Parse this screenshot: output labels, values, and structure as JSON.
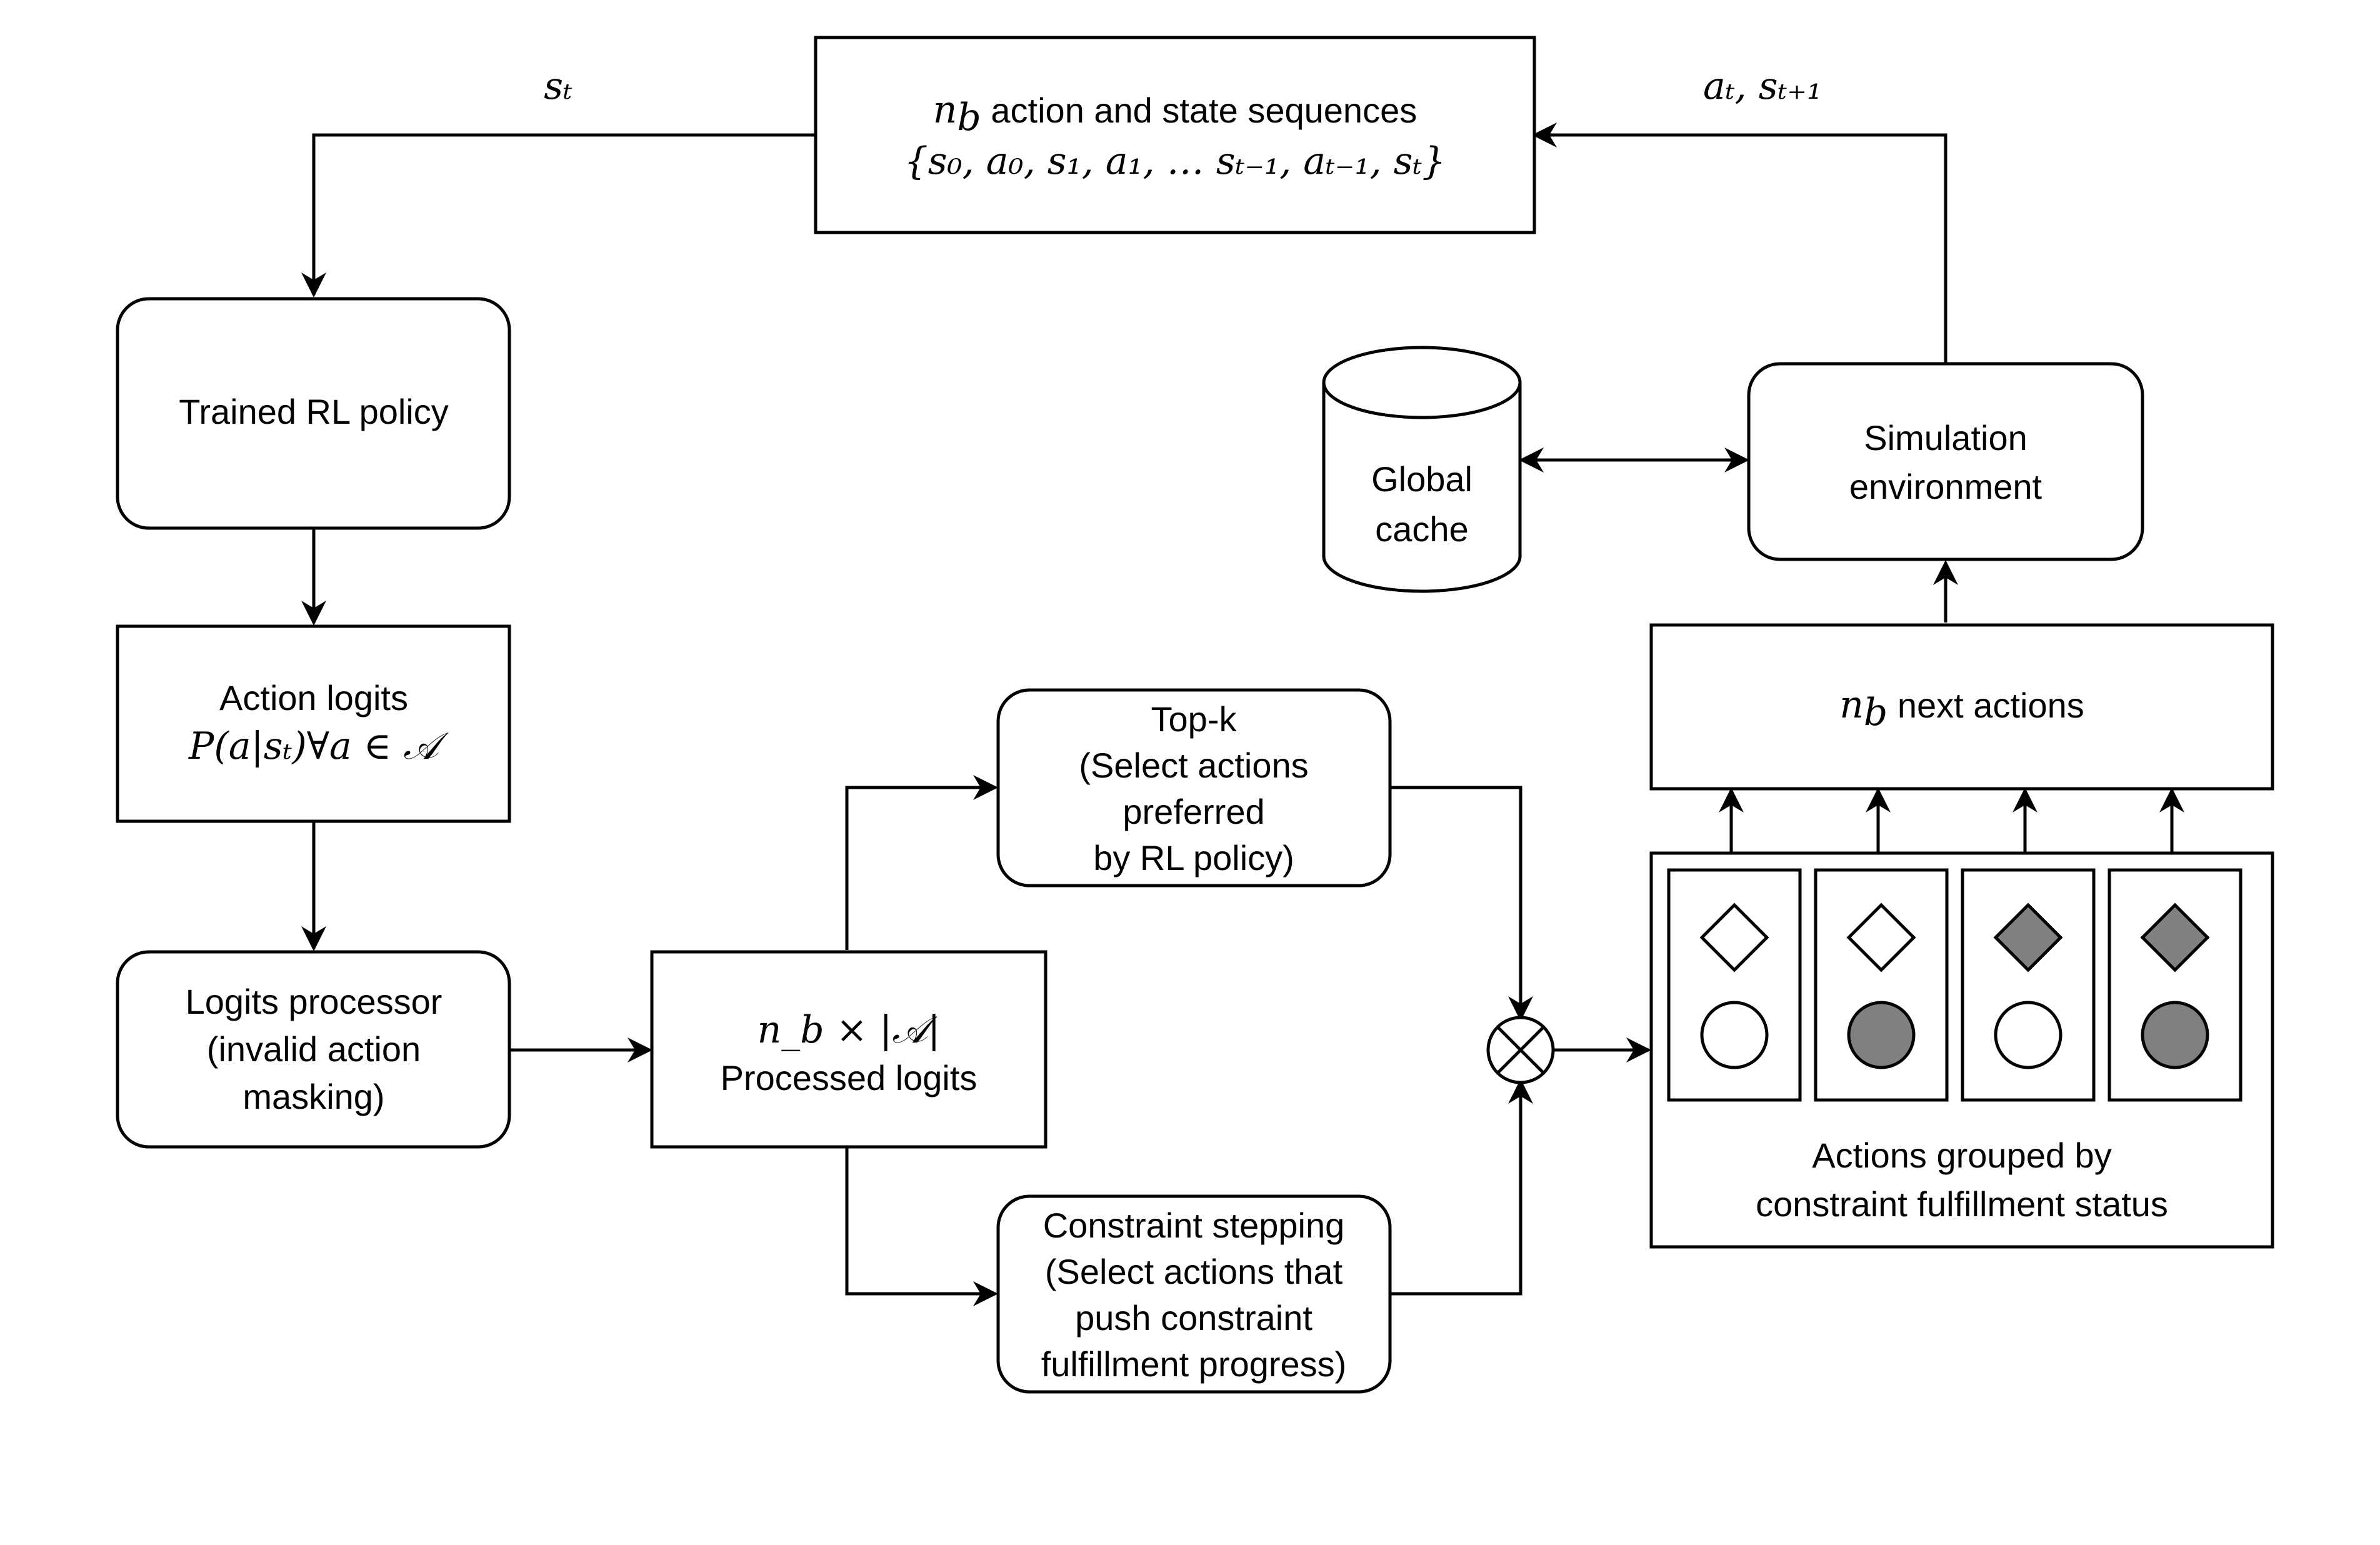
{
  "nodes": {
    "sequences": {
      "line1_math": "n",
      "line1_sub": "b",
      "line1_text": " action and state sequences",
      "line2": "{s₀, a₀, s₁, a₁, … sₜ₋₁, aₜ₋₁, sₜ}"
    },
    "policy": {
      "label": "Trained RL policy"
    },
    "cache": {
      "line1": "Global",
      "line2": "cache"
    },
    "simulation": {
      "line1": "Simulation",
      "line2": "environment"
    },
    "action_logits": {
      "line1": "Action logits",
      "line2": "P(a|sₜ)∀a ∈ 𝒜"
    },
    "next_actions": {
      "math": "n",
      "sub": "b",
      "text": " next actions"
    },
    "topk": {
      "lines": [
        "Top-k",
        "(Select actions",
        "preferred",
        "by RL policy)"
      ]
    },
    "logits_processor": {
      "lines": [
        "Logits processor",
        "(invalid action",
        "masking)"
      ]
    },
    "processed_logits": {
      "line1": "n_b × |𝒜|",
      "line2": "Processed logits"
    },
    "constraint_stepping": {
      "lines": [
        "Constraint stepping",
        "(Select actions that",
        "push constraint",
        "fulfillment progress)"
      ]
    },
    "grouped": {
      "line1": "Actions grouped by",
      "line2": "constraint fulfillment status"
    }
  },
  "edge_labels": {
    "st": "sₜ",
    "at_st1": "aₜ, sₜ₊₁"
  },
  "groups": [
    {
      "diamond": "white",
      "circle": "white"
    },
    {
      "diamond": "white",
      "circle": "gray"
    },
    {
      "diamond": "gray",
      "circle": "white"
    },
    {
      "diamond": "gray",
      "circle": "gray"
    }
  ],
  "colors": {
    "stroke": "#000000",
    "gray_fill": "#808080",
    "white_fill": "#ffffff"
  }
}
